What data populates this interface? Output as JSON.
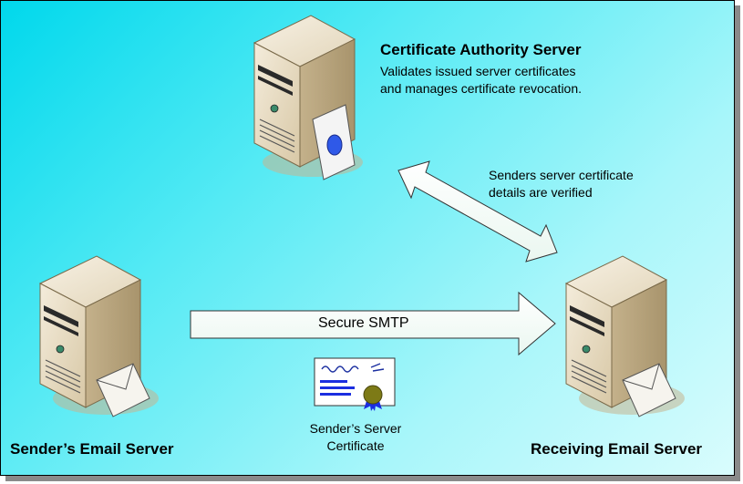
{
  "ca": {
    "title": "Certificate Authority Server",
    "desc_line1": "Validates issued server certificates",
    "desc_line2": "and manages certificate revocation."
  },
  "verify": {
    "line1": "Senders server certificate",
    "line2": "details are verified"
  },
  "smtp": {
    "label": "Secure SMTP"
  },
  "cert": {
    "line1": "Sender’s Server",
    "line2": "Certificate"
  },
  "sender": {
    "label": "Sender’s Email Server"
  },
  "receiver": {
    "label": "Receiving Email Server"
  },
  "colors": {
    "server_front": "#e8ddc6",
    "server_side": "#c9b894",
    "arrow_fill": "#ffffff",
    "seal": "#7d7a16",
    "ribbon": "#1b2ee0",
    "ca_seal": "#2f59e8"
  },
  "icons": [
    "server-icon",
    "certificate-icon",
    "envelope-icon",
    "double-arrow-icon",
    "right-arrow-icon"
  ]
}
